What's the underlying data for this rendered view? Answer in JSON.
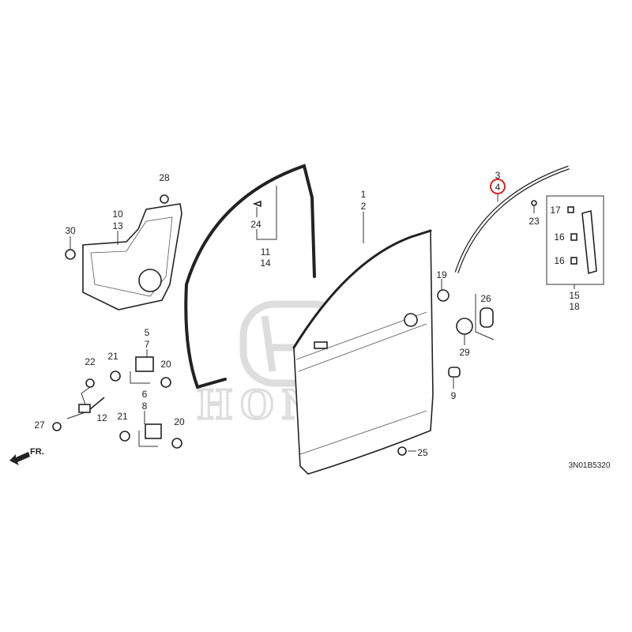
{
  "diagram": {
    "code": "3N01B5320",
    "front_arrow_label": "FR.",
    "watermark": "HONDA",
    "highlight_color": "#e02020",
    "labels": {
      "p1": "1",
      "p2": "2",
      "p3": "3",
      "p4": "4",
      "p5": "5",
      "p6": "6",
      "p7": "7",
      "p8": "8",
      "p9": "9",
      "p10": "10",
      "p11": "11",
      "p12": "12",
      "p13": "13",
      "p14": "14",
      "p15": "15",
      "p16a": "16",
      "p16b": "16",
      "p17": "17",
      "p18": "18",
      "p19": "19",
      "p20a": "20",
      "p20b": "20",
      "p21a": "21",
      "p21b": "21",
      "p22": "22",
      "p23": "23",
      "p24": "24",
      "p25": "25",
      "p26": "26",
      "p27": "27",
      "p28": "28",
      "p29": "29",
      "p30": "30"
    }
  }
}
